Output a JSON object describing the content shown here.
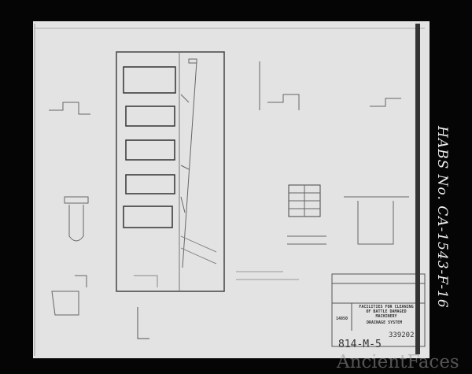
{
  "sheet": {
    "title_block": {
      "project": "FACILITIES FOR CLEANING OF BATTLE DAMAGED MACHINERY",
      "sheet_title": "DRAINAGE SYSTEM",
      "job_number": "14850",
      "drawing_number": "339202",
      "sheet_number": "814-M-5"
    },
    "habs_label": "HABS No. CA-1543-F-16"
  },
  "watermark": "AncientFaces"
}
